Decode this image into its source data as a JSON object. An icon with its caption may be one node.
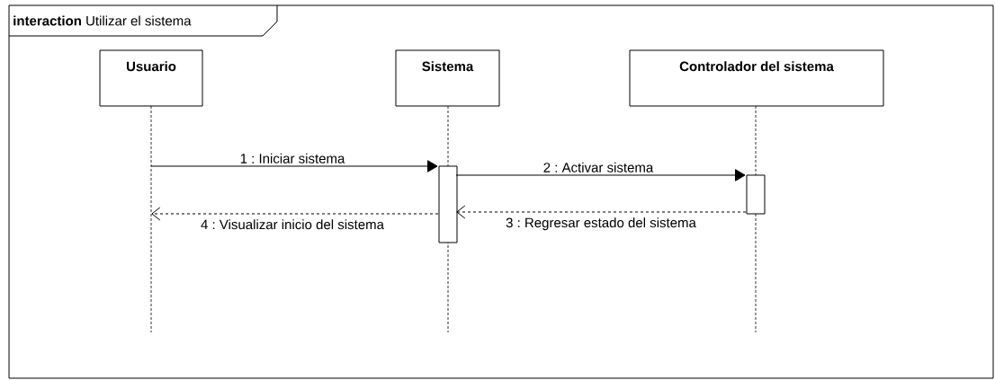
{
  "diagram": {
    "title": "**interaction** Utilizar el sistema",
    "nodes": [
      {
        "text": [
          "Usuario"
        ]
      },
      {
        "text": [
          "Sistema"
        ]
      },
      {
        "text": [
          "Controlador del sistema"
        ]
      },
      {
        "text": [],
        "shape": "bar",
        "in": 1
      },
      {
        "text": [],
        "shape": "bar",
        "in": 2
      }
    ],
    "edges": [
      {
        "from": 0,
        "to": 3,
        "arrow": "to",
        "label": "1 : Iniciar sistema"
      },
      {
        "from": 3,
        "to": 4,
        "arrow": "to",
        "label": "2 : Activar sistema"
      },
      {
        "from": 4,
        "to": 3,
        "arrow": "to",
        "label": "3 : Regresar estado del sistema",
        "style": "dashed"
      },
      {
        "from": 3,
        "to": 0,
        "arrow": "to",
        "label": "4 : Visualizar inicio del sistema",
        "style": "dashed"
      }
    ]
  }
}
